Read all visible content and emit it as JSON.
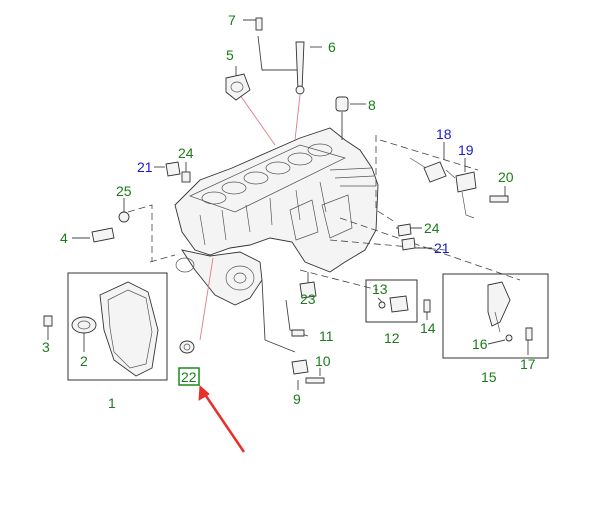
{
  "colors": {
    "green_label": "#1a7d1a",
    "blue_label": "#1a1acc",
    "arrow": "#e8302a",
    "highlight_box": "#1a8a1a",
    "pink_leader": "#e07b8a",
    "outline": "#333333"
  },
  "labels": {
    "l1": "1",
    "l2": "2",
    "l3": "3",
    "l4": "4",
    "l5": "5",
    "l6": "6",
    "l7": "7",
    "l8": "8",
    "l9": "9",
    "l10": "10",
    "l11": "11",
    "l12": "12",
    "l13": "13",
    "l14": "14",
    "l15": "15",
    "l16": "16",
    "l17": "17",
    "l18": "18",
    "l19": "19",
    "l20": "20",
    "l21a": "21",
    "l21b": "21",
    "l22": "22",
    "l23": "23",
    "l24a": "24",
    "l24b": "24",
    "l25": "25"
  },
  "highlighted_part": "22",
  "arrow_icon": "red-pointer-arrow"
}
